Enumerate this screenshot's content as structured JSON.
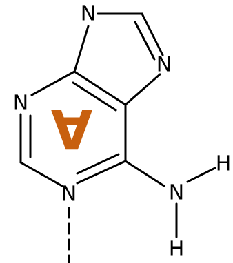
{
  "molecule": {
    "atoms": {
      "n7": "N",
      "n9": "N",
      "n3": "N",
      "n1": "N",
      "n6": "N",
      "h6a": "H",
      "h6b": "H"
    },
    "base_letter": "A",
    "base_letter_color": "#c8600f",
    "bond_color": "#000000",
    "background_color": "#ffffff"
  }
}
